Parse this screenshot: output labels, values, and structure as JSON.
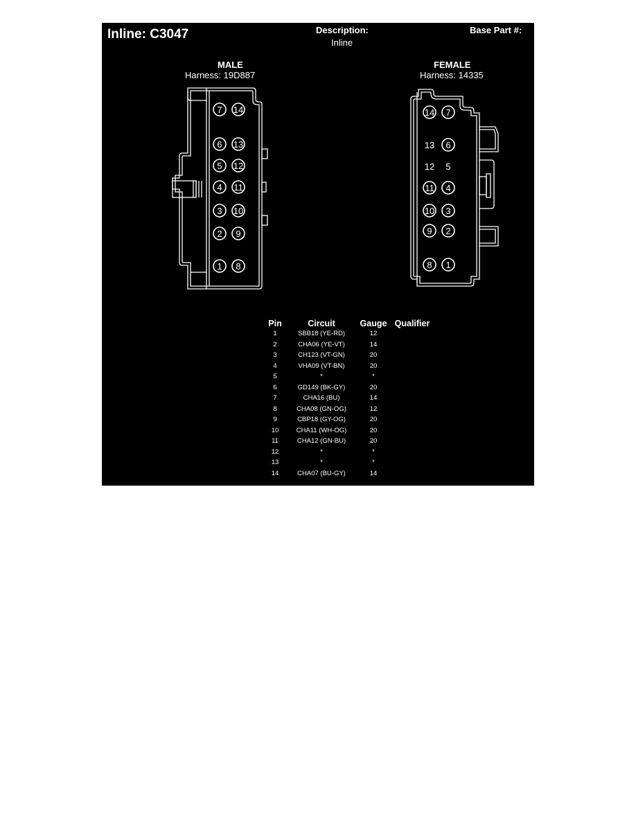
{
  "header": {
    "title": "Inline: C3047",
    "description_label": "Description:",
    "description_value": "Inline",
    "base_part_label": "Base Part #:"
  },
  "male": {
    "label": "MALE",
    "harness": "Harness: 19D887",
    "pins": [
      "7",
      "14",
      "6",
      "13",
      "5",
      "12",
      "4",
      "11",
      "3",
      "10",
      "2",
      "9",
      "1",
      "8"
    ]
  },
  "female": {
    "label": "FEMALE",
    "harness": "Harness: 14335",
    "pins": [
      "14",
      "7",
      "13",
      "6",
      "12",
      "5",
      "11",
      "4",
      "10",
      "3",
      "9",
      "2",
      "8",
      "1"
    ]
  },
  "table": {
    "headers": {
      "pin": "Pin",
      "circuit": "Circuit",
      "gauge": "Gauge",
      "qualifier": "Qualifier"
    },
    "rows": [
      {
        "pin": "1",
        "circuit": "SBB18 (YE-RD)",
        "gauge": "12",
        "qualifier": ""
      },
      {
        "pin": "2",
        "circuit": "CHA06 (YE-VT)",
        "gauge": "14",
        "qualifier": ""
      },
      {
        "pin": "3",
        "circuit": "CH123 (VT-GN)",
        "gauge": "20",
        "qualifier": ""
      },
      {
        "pin": "4",
        "circuit": "VHA09 (VT-BN)",
        "gauge": "20",
        "qualifier": ""
      },
      {
        "pin": "5",
        "circuit": "*",
        "gauge": "*",
        "qualifier": ""
      },
      {
        "pin": "6",
        "circuit": "GD149 (BK-GY)",
        "gauge": "20",
        "qualifier": ""
      },
      {
        "pin": "7",
        "circuit": "CHA16 (BU)",
        "gauge": "14",
        "qualifier": ""
      },
      {
        "pin": "8",
        "circuit": "CHA08 (GN-OG)",
        "gauge": "12",
        "qualifier": ""
      },
      {
        "pin": "9",
        "circuit": "CBP18 (GY-OG)",
        "gauge": "20",
        "qualifier": ""
      },
      {
        "pin": "10",
        "circuit": "CHA11 (WH-OG)",
        "gauge": "20",
        "qualifier": ""
      },
      {
        "pin": "11",
        "circuit": "CHA12 (GN-BU)",
        "gauge": "20",
        "qualifier": ""
      },
      {
        "pin": "12",
        "circuit": "*",
        "gauge": "*",
        "qualifier": ""
      },
      {
        "pin": "13",
        "circuit": "*",
        "gauge": "*",
        "qualifier": ""
      },
      {
        "pin": "14",
        "circuit": "CHA07 (BU-GY)",
        "gauge": "14",
        "qualifier": ""
      }
    ]
  },
  "colors": {
    "background": "#000000",
    "foreground": "#ffffff"
  }
}
